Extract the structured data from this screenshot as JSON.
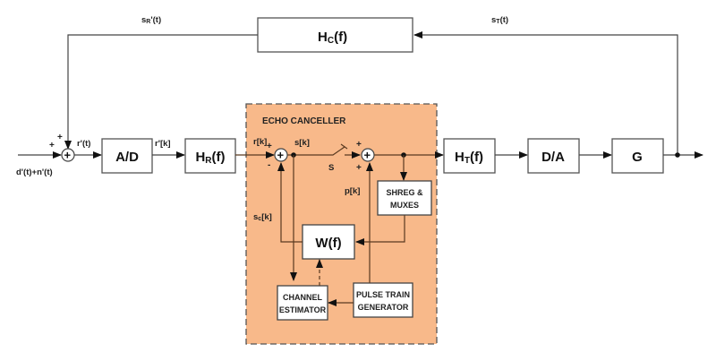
{
  "diagram": {
    "title": "Echo canceller block diagram",
    "region": {
      "label": "ECHO CANCELLER",
      "fill": "#f8b98a",
      "border": "#555555"
    },
    "blocks": {
      "hc": {
        "main": "H",
        "sub": "C",
        "tail": "(f)"
      },
      "ad": {
        "label": "A/D"
      },
      "hr": {
        "main": "H",
        "sub": "R",
        "tail": "(f)"
      },
      "ht": {
        "main": "H",
        "sub": "T",
        "tail": "(f)"
      },
      "da": {
        "label": "D/A"
      },
      "g": {
        "label": "G"
      },
      "w": {
        "label": "W(f)"
      },
      "shreg": {
        "line1": "SHREG &",
        "line2": "MUXES"
      },
      "channel_estimator": {
        "line1": "CHANNEL",
        "line2": "ESTIMATOR"
      },
      "pulse_train": {
        "line1": "PULSE TRAIN",
        "line2": "GENERATOR"
      }
    },
    "signals": {
      "sr_prime": {
        "main": "s",
        "sub": "R",
        "tail": "'(t)"
      },
      "st": {
        "main": "s",
        "sub": "T",
        "tail": "(t)"
      },
      "r_prime_t": "r'(t)",
      "r_prime_k": "r'[k]",
      "input": "d'(t)+n'(t)",
      "r_k": "r[k]",
      "s_k": "s[k]",
      "p_k": "p[k]",
      "sc_k": {
        "main": "s",
        "sub": "c",
        "tail": "[k]"
      },
      "switch": "S"
    },
    "sum_signs": {
      "input_left": "+",
      "input_top": "+",
      "ec_top": "+",
      "ec_bottom": "-",
      "tx_top": "+",
      "tx_bottom": "+",
      "sum_symbol": "+"
    }
  }
}
